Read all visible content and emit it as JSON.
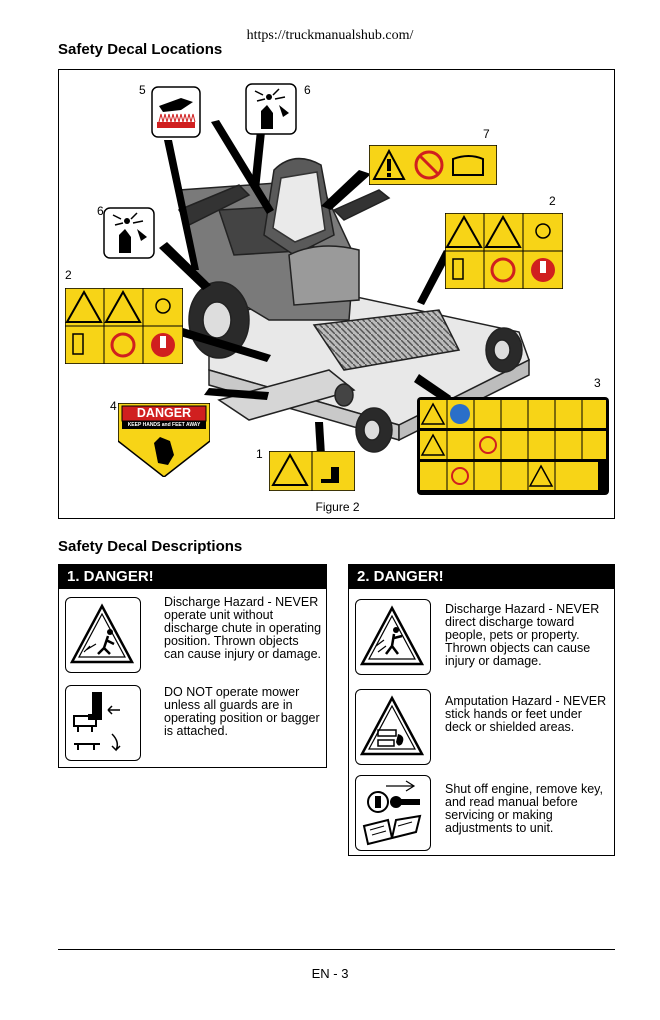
{
  "header_url": "https://truckmanualshub.com/",
  "locations_title": "Safety Decal Locations",
  "figure": {
    "caption": "Figure 2",
    "callouts": [
      "5",
      "6",
      "7",
      "6",
      "2",
      "2",
      "3",
      "4",
      "1"
    ],
    "danger_decal": {
      "word": "DANGER",
      "subtext": "KEEP HANDS and FEET AWAY"
    }
  },
  "descriptions_title": "Safety Decal Descriptions",
  "decals": [
    {
      "title": "1. DANGER!",
      "rows": [
        {
          "icon": "thrown-object-warning-icon",
          "text": "Discharge Hazard - NEVER operate unit without discharge chute in operating position. Thrown objects can cause injury or damage."
        },
        {
          "icon": "guard-in-place-icon",
          "text": "DO NOT operate mower unless all guards are in operating position or bagger is attached."
        }
      ]
    },
    {
      "title": "2. DANGER!",
      "rows": [
        {
          "icon": "discharge-toward-people-icon",
          "text": "Discharge Hazard - NEVER direct discharge toward people, pets or property. Thrown objects can cause injury or damage."
        },
        {
          "icon": "amputation-hazard-icon",
          "text": "Amputation Hazard - NEVER stick hands or feet under deck or shielded areas."
        },
        {
          "icon": "key-and-manual-icon",
          "text": "Shut off engine, remove key, and read manual before servicing or making adjustments to unit."
        }
      ]
    }
  ],
  "footer": "EN - 3",
  "colors": {
    "decal_yellow": "#f7d417",
    "danger_red": "#d01f1f",
    "header_black": "#000000"
  }
}
